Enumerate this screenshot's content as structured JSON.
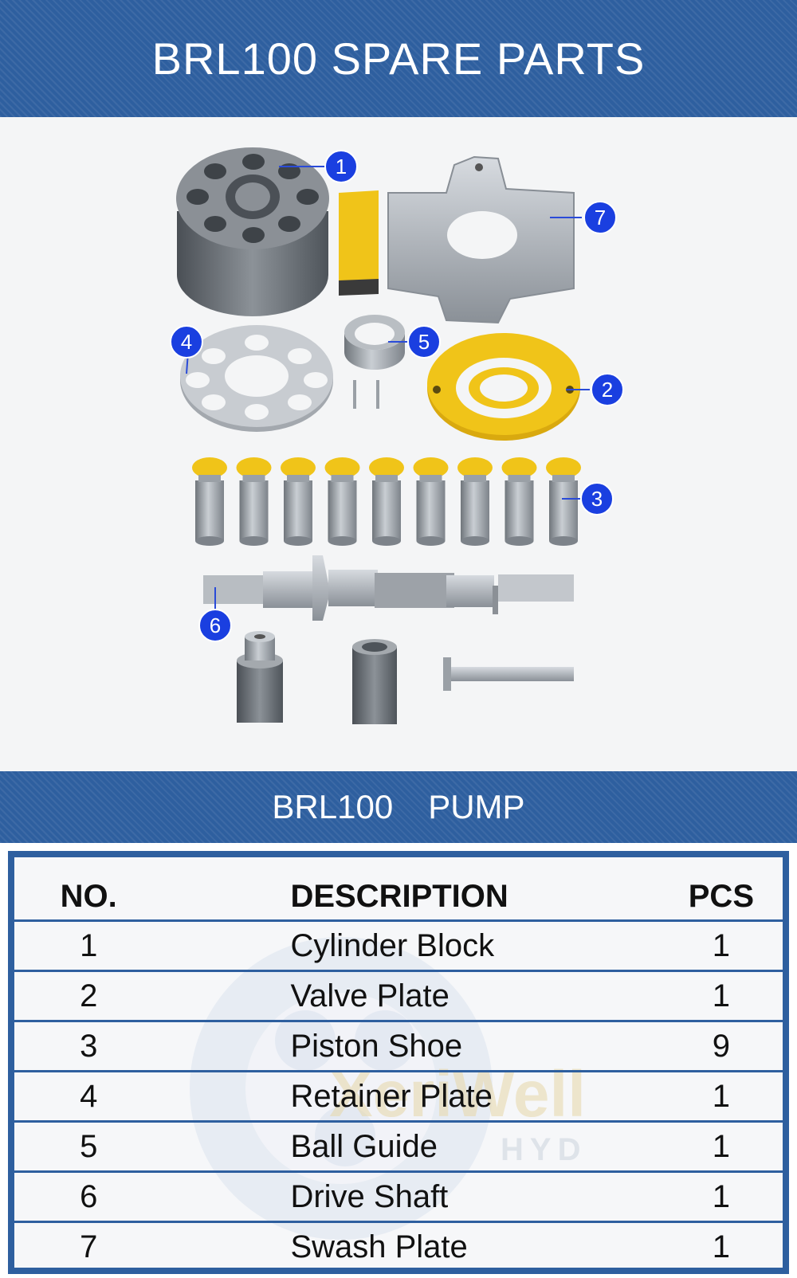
{
  "header": {
    "title": "BRL100 SPARE PARTS"
  },
  "subheader": {
    "model": "BRL100",
    "type": "PUMP"
  },
  "photo": {
    "callouts": [
      "1",
      "2",
      "3",
      "4",
      "5",
      "6",
      "7"
    ]
  },
  "table": {
    "columns": {
      "no": "NO.",
      "description": "DESCRIPTION",
      "pcs": "PCS"
    },
    "rows": [
      {
        "no": "1",
        "description": "Cylinder Block",
        "pcs": "1"
      },
      {
        "no": "2",
        "description": "Valve Plate",
        "pcs": "1"
      },
      {
        "no": "3",
        "description": "Piston Shoe",
        "pcs": "9"
      },
      {
        "no": "4",
        "description": "Retainer Plate",
        "pcs": "1"
      },
      {
        "no": "5",
        "description": "Ball Guide",
        "pcs": "1"
      },
      {
        "no": "6",
        "description": "Drive Shaft",
        "pcs": "1"
      },
      {
        "no": "7",
        "description": "Swash Plate",
        "pcs": "1"
      }
    ]
  },
  "watermark": {
    "brand": "XeriWell",
    "sub": "HYD"
  },
  "colors": {
    "banner": "#2e5f9f",
    "callout": "#1a3fe0",
    "part_yellow": "#f0c419",
    "metal": "#8d9399"
  }
}
